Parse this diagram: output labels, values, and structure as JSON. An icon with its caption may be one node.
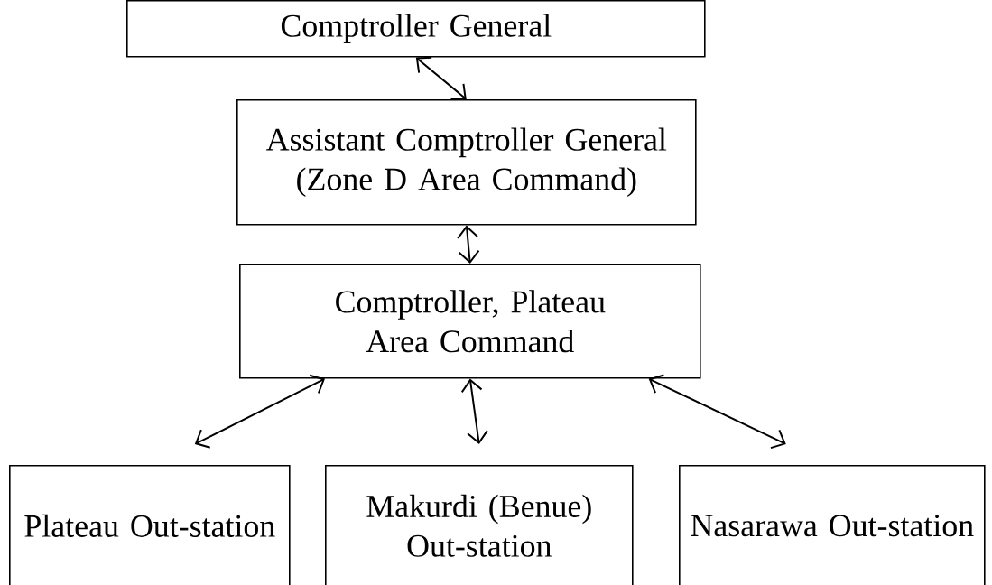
{
  "diagram": {
    "nodes": [
      {
        "text": [
          "Comptroller General"
        ]
      },
      {
        "text": [
          "Assistant Comptroller General (Zone D Area Command)"
        ]
      },
      {
        "text": [
          "Comptroller, Plateau Area Command"
        ]
      },
      {
        "text": [
          "Plateau Out-station"
        ]
      },
      {
        "text": [
          "Makurdi (Benue) Out-station"
        ]
      },
      {
        "text": [
          "Nasarawa Out-station"
        ]
      }
    ],
    "edges": [
      {
        "from": 0,
        "to": 1,
        "arrow": "both"
      },
      {
        "from": 1,
        "to": 2,
        "arrow": "both"
      },
      {
        "from": 2,
        "to": 3,
        "arrow": "both"
      },
      {
        "from": 2,
        "to": 4,
        "arrow": "both"
      },
      {
        "from": 2,
        "to": 5,
        "arrow": "both"
      }
    ]
  }
}
